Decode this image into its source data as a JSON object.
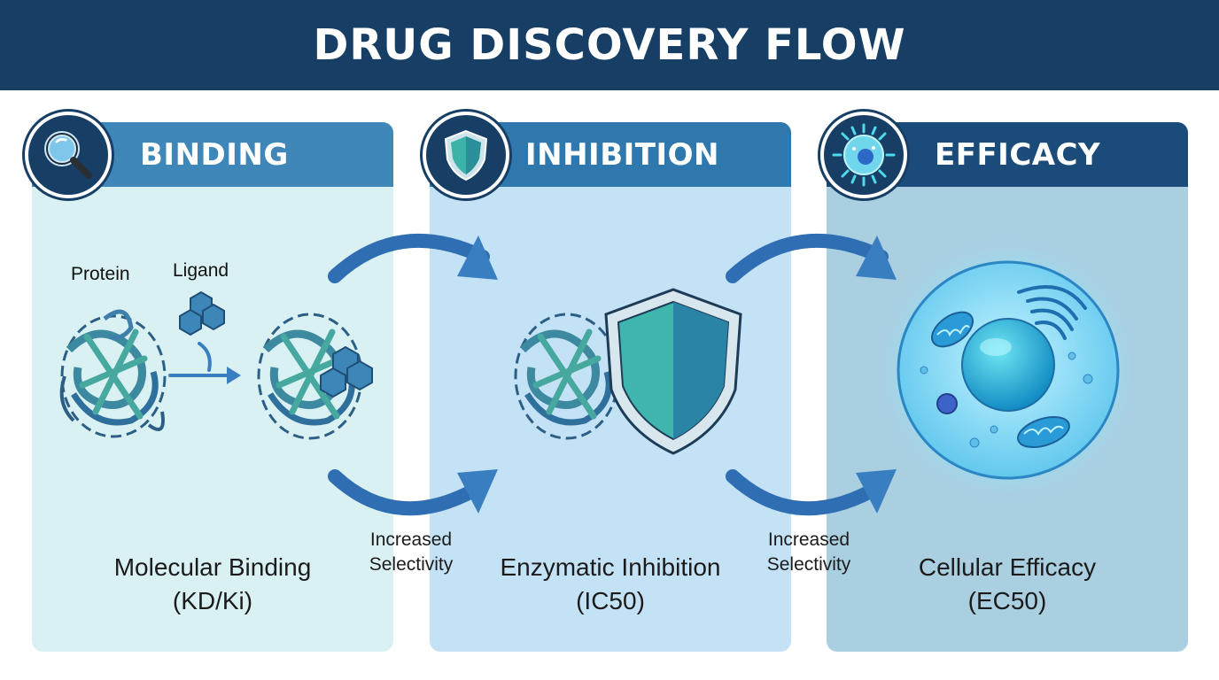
{
  "title": "DRUG DISCOVERY FLOW",
  "colors": {
    "title_bar": "#173f66",
    "panel_1_bg": "#d9f1f3",
    "panel_2_bg": "#c4e2f6",
    "panel_3_bg": "#a9cfe1",
    "panel_1_header": "#3f87b8",
    "panel_2_header": "#2f78ad",
    "panel_3_header": "#1b4c79",
    "arrow": "#3a7ec2",
    "protein": "#3d8aa0"
  },
  "stages": [
    {
      "header": "BINDING",
      "icon": "magnifier-icon",
      "caption_line1": "Molecular Binding",
      "caption_line2": "(KD/Ki)",
      "labels": {
        "protein": "Protein",
        "ligand": "Ligand"
      }
    },
    {
      "header": "INHIBITION",
      "icon": "shield-icon",
      "caption_line1": "Enzymatic Inhibition",
      "caption_line2": "(IC50)"
    },
    {
      "header": "EFFICACY",
      "icon": "cell-icon",
      "caption_line1": "Cellular Efficacy",
      "caption_line2": "(EC50)"
    }
  ],
  "transitions": [
    {
      "line1": "Increased",
      "line2": "Selectivity"
    },
    {
      "line1": "Increased",
      "line2": "Selectivity"
    }
  ]
}
